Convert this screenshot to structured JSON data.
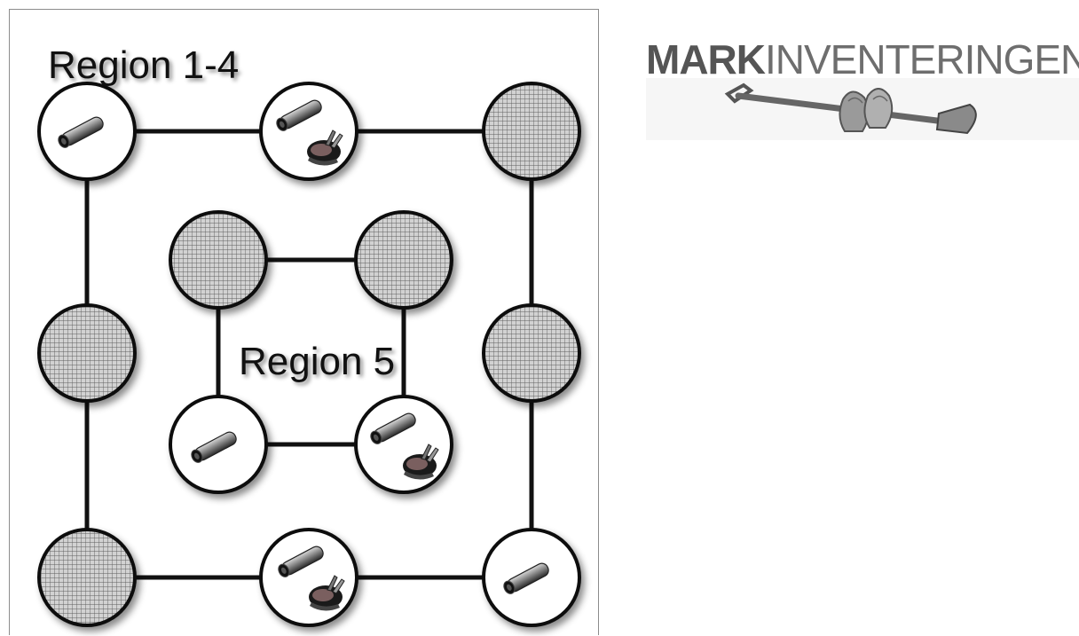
{
  "diagram": {
    "outer_label": "Region 1-4",
    "inner_label": "Region 5",
    "outer_nodes": [
      {
        "id": "tl",
        "symbols": [
          "sample-tube"
        ]
      },
      {
        "id": "tm",
        "symbols": [
          "sample-tube",
          "soil-pit"
        ]
      },
      {
        "id": "tr",
        "symbols": [
          "hatched"
        ]
      },
      {
        "id": "ml",
        "symbols": [
          "hatched"
        ]
      },
      {
        "id": "mr",
        "symbols": [
          "hatched"
        ]
      },
      {
        "id": "bl",
        "symbols": [
          "hatched"
        ]
      },
      {
        "id": "bm",
        "symbols": [
          "sample-tube",
          "soil-pit"
        ]
      },
      {
        "id": "br",
        "symbols": [
          "sample-tube"
        ]
      }
    ],
    "inner_nodes": [
      {
        "id": "itl",
        "symbols": [
          "hatched"
        ]
      },
      {
        "id": "itr",
        "symbols": [
          "hatched"
        ]
      },
      {
        "id": "ibl",
        "symbols": [
          "sample-tube"
        ]
      },
      {
        "id": "ibr",
        "symbols": [
          "sample-tube",
          "soil-pit"
        ]
      }
    ]
  },
  "logo": {
    "bold_part": "MARK",
    "light_part": "INVENTERINGEN",
    "art": "spade-and-soil-bags"
  },
  "colors": {
    "line": "#111111",
    "hatch_fill": "#cfcfcf",
    "hatch_lines": "#666666",
    "logo_text": "#6e6e6e"
  }
}
